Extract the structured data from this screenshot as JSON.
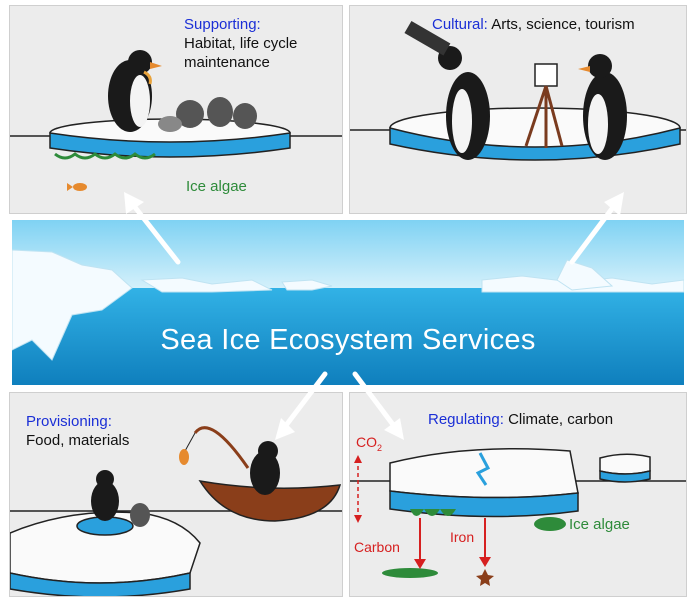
{
  "banner": {
    "title": "Sea Ice Ecosystem Services"
  },
  "supporting": {
    "heading": "Supporting:",
    "text_line1": "Habitat, life cycle",
    "text_line2": "maintenance",
    "note": "Ice algae"
  },
  "cultural": {
    "heading": "Cultural:",
    "text": "Arts, science, tourism"
  },
  "provisioning": {
    "heading": "Provisioning:",
    "text": "Food, materials"
  },
  "regulating": {
    "heading": "Regulating:",
    "text": "Climate, carbon",
    "co2": "CO",
    "co2_sub": "2",
    "carbon": "Carbon",
    "iron": "Iron",
    "note": "Ice algae"
  },
  "colors": {
    "heading": "#1b2fd6",
    "ice_blue": "#2aa0dd",
    "algae_green": "#2e8b3a",
    "arrow_red": "#d62020",
    "sky": "#c9ecfb",
    "ocean": "#1b9fd6"
  }
}
